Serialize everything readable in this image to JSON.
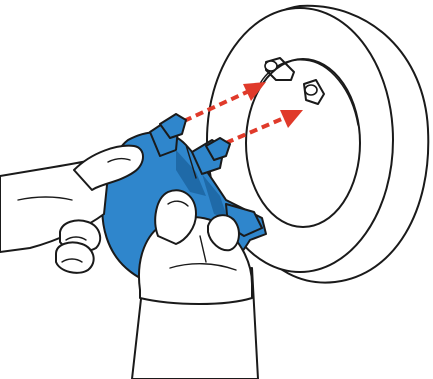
{
  "illustration": {
    "kind": "installation-instruction",
    "colors": {
      "part_fill": "#2f86cc",
      "part_shade": "#1f6aa8",
      "arrow": "#e03a2a",
      "line": "#1a1a1a",
      "fixture_fill": "#ffffff"
    },
    "arrows": {
      "count": 2,
      "style": "dashed"
    }
  }
}
